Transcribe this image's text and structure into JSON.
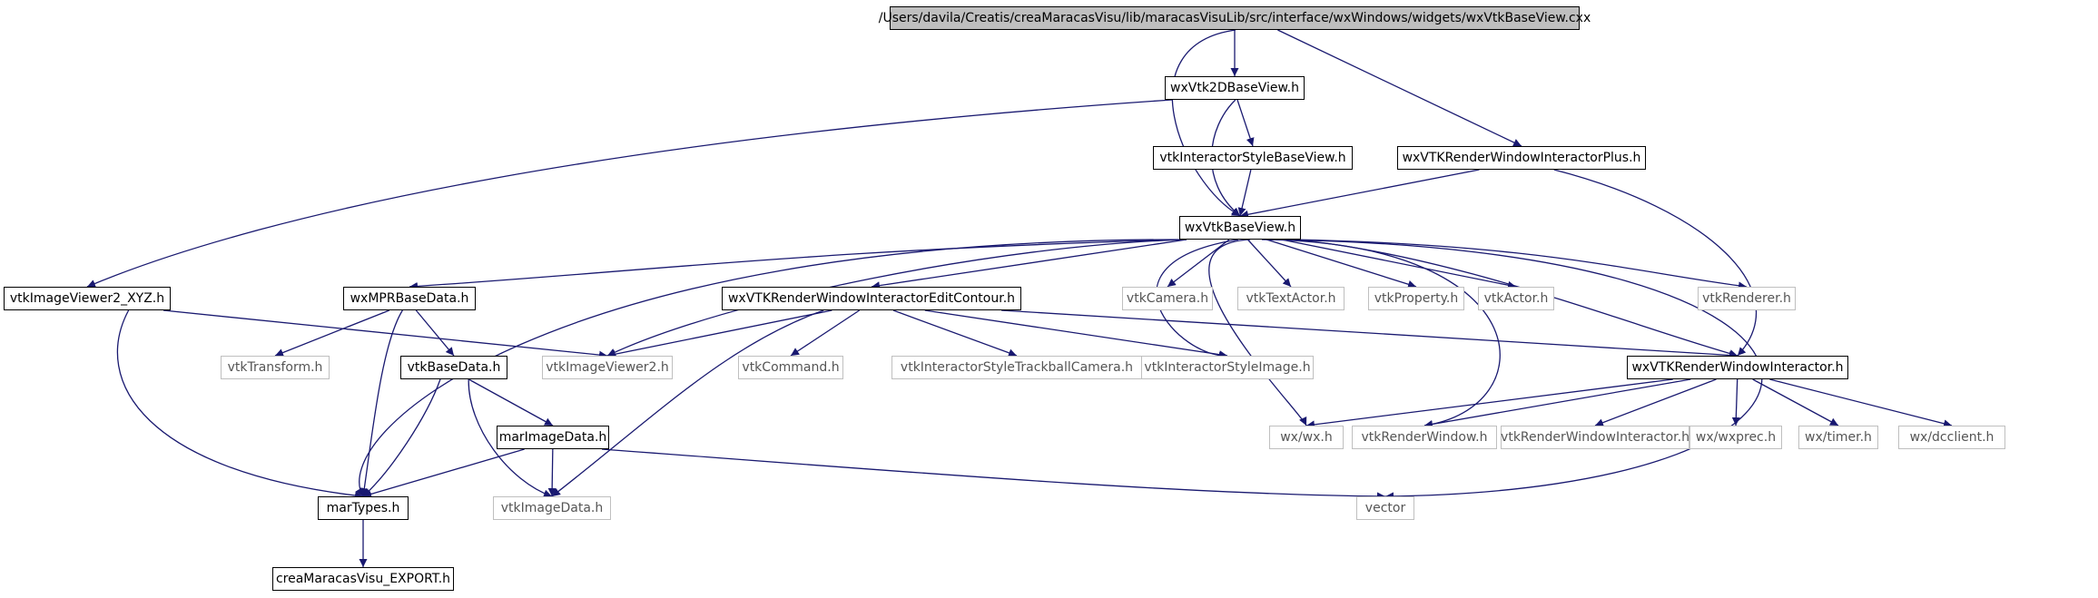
{
  "colors": {
    "edge": "#191970",
    "border": "#000000",
    "external_border": "#bfbfbf",
    "root_fill": "#bfbfbf"
  },
  "nodes": [
    {
      "id": "root",
      "label": "/Users/davila/Creatis/creaMaracasVisu/lib/maracasVisuLib/src/interface/wxWindows/widgets/wxVtkBaseView.cxx",
      "kind": "root"
    },
    {
      "id": "wxVtk2DBaseView",
      "label": "wxVtk2DBaseView.h",
      "kind": "internal"
    },
    {
      "id": "vtkInteractorStyleBaseView",
      "label": "vtkInteractorStyleBaseView.h",
      "kind": "internal"
    },
    {
      "id": "wxVTKRenderWindowInteractorPlus",
      "label": "wxVTKRenderWindowInteractorPlus.h",
      "kind": "internal"
    },
    {
      "id": "wxVtkBaseView",
      "label": "wxVtkBaseView.h",
      "kind": "internal"
    },
    {
      "id": "vtkImageViewer2_XYZ",
      "label": "vtkImageViewer2_XYZ.h",
      "kind": "internal"
    },
    {
      "id": "wxMPRBaseData",
      "label": "wxMPRBaseData.h",
      "kind": "internal"
    },
    {
      "id": "wxVTKRenderWindowInteractorEditContour",
      "label": "wxVTKRenderWindowInteractorEditContour.h",
      "kind": "internal"
    },
    {
      "id": "vtkCamera",
      "label": "vtkCamera.h",
      "kind": "external"
    },
    {
      "id": "vtkTextActor",
      "label": "vtkTextActor.h",
      "kind": "external"
    },
    {
      "id": "vtkProperty",
      "label": "vtkProperty.h",
      "kind": "external"
    },
    {
      "id": "vtkActor",
      "label": "vtkActor.h",
      "kind": "external"
    },
    {
      "id": "vtkRenderer",
      "label": "vtkRenderer.h",
      "kind": "external"
    },
    {
      "id": "vtkTransform",
      "label": "vtkTransform.h",
      "kind": "external"
    },
    {
      "id": "vtkBaseData",
      "label": "vtkBaseData.h",
      "kind": "internal"
    },
    {
      "id": "vtkImageViewer2",
      "label": "vtkImageViewer2.h",
      "kind": "external"
    },
    {
      "id": "vtkCommand",
      "label": "vtkCommand.h",
      "kind": "external"
    },
    {
      "id": "vtkInteractorStyleTrackballCamera",
      "label": "vtkInteractorStyleTrackballCamera.h",
      "kind": "external"
    },
    {
      "id": "vtkInteractorStyleImage",
      "label": "vtkInteractorStyleImage.h",
      "kind": "external"
    },
    {
      "id": "wxVTKRenderWindowInteractor",
      "label": "wxVTKRenderWindowInteractor.h",
      "kind": "internal"
    },
    {
      "id": "marImageData",
      "label": "marImageData.h",
      "kind": "internal"
    },
    {
      "id": "wxwx",
      "label": "wx/wx.h",
      "kind": "external"
    },
    {
      "id": "vtkRenderWindow",
      "label": "vtkRenderWindow.h",
      "kind": "external"
    },
    {
      "id": "vtkRenderWindowInteractor",
      "label": "vtkRenderWindowInteractor.h",
      "kind": "external"
    },
    {
      "id": "wxwxprec",
      "label": "wx/wxprec.h",
      "kind": "external"
    },
    {
      "id": "wxtimer",
      "label": "wx/timer.h",
      "kind": "external"
    },
    {
      "id": "wxdcclient",
      "label": "wx/dcclient.h",
      "kind": "external"
    },
    {
      "id": "marTypes",
      "label": "marTypes.h",
      "kind": "internal"
    },
    {
      "id": "vtkImageData",
      "label": "vtkImageData.h",
      "kind": "external"
    },
    {
      "id": "vector",
      "label": "vector",
      "kind": "external"
    },
    {
      "id": "creaMaracasVisu_EXPORT",
      "label": "creaMaracasVisu_EXPORT.h",
      "kind": "internal"
    }
  ],
  "edges": [
    [
      "root",
      "wxVtk2DBaseView"
    ],
    [
      "root",
      "wxVtkBaseView"
    ],
    [
      "root",
      "wxVTKRenderWindowInteractorPlus"
    ],
    [
      "wxVtk2DBaseView",
      "vtkInteractorStyleBaseView"
    ],
    [
      "wxVtk2DBaseView",
      "wxVtkBaseView"
    ],
    [
      "wxVtk2DBaseView",
      "vtkImageViewer2_XYZ"
    ],
    [
      "vtkInteractorStyleBaseView",
      "wxVtkBaseView"
    ],
    [
      "wxVTKRenderWindowInteractorPlus",
      "wxVtkBaseView"
    ],
    [
      "wxVTKRenderWindowInteractorPlus",
      "wxVTKRenderWindowInteractor"
    ],
    [
      "wxVtkBaseView",
      "wxMPRBaseData"
    ],
    [
      "wxVtkBaseView",
      "wxVTKRenderWindowInteractorEditContour"
    ],
    [
      "wxVtkBaseView",
      "vtkCamera"
    ],
    [
      "wxVtkBaseView",
      "vtkTextActor"
    ],
    [
      "wxVtkBaseView",
      "vtkProperty"
    ],
    [
      "wxVtkBaseView",
      "vtkActor"
    ],
    [
      "wxVtkBaseView",
      "vtkRenderer"
    ],
    [
      "wxVtkBaseView",
      "wxVTKRenderWindowInteractor"
    ],
    [
      "wxVtkBaseView",
      "vtkImageViewer2"
    ],
    [
      "wxVtkBaseView",
      "vtkInteractorStyleImage"
    ],
    [
      "wxVtkBaseView",
      "wxwx"
    ],
    [
      "wxVtkBaseView",
      "vtkRenderWindow"
    ],
    [
      "wxVtkBaseView",
      "vector"
    ],
    [
      "wxVtkBaseView",
      "marTypes"
    ],
    [
      "vtkImageViewer2_XYZ",
      "vtkImageViewer2"
    ],
    [
      "vtkImageViewer2_XYZ",
      "marTypes"
    ],
    [
      "wxMPRBaseData",
      "vtkTransform"
    ],
    [
      "wxMPRBaseData",
      "vtkBaseData"
    ],
    [
      "wxMPRBaseData",
      "marTypes"
    ],
    [
      "wxVTKRenderWindowInteractorEditContour",
      "vtkImageViewer2"
    ],
    [
      "wxVTKRenderWindowInteractorEditContour",
      "vtkCommand"
    ],
    [
      "wxVTKRenderWindowInteractorEditContour",
      "vtkInteractorStyleTrackballCamera"
    ],
    [
      "wxVTKRenderWindowInteractorEditContour",
      "vtkInteractorStyleImage"
    ],
    [
      "wxVTKRenderWindowInteractorEditContour",
      "wxVTKRenderWindowInteractor"
    ],
    [
      "wxVTKRenderWindowInteractorEditContour",
      "vtkImageData"
    ],
    [
      "vtkBaseData",
      "marImageData"
    ],
    [
      "vtkBaseData",
      "marTypes"
    ],
    [
      "vtkBaseData",
      "vtkImageData"
    ],
    [
      "marImageData",
      "marTypes"
    ],
    [
      "marImageData",
      "vtkImageData"
    ],
    [
      "marImageData",
      "vector"
    ],
    [
      "wxVTKRenderWindowInteractor",
      "wxwx"
    ],
    [
      "wxVTKRenderWindowInteractor",
      "vtkRenderWindow"
    ],
    [
      "wxVTKRenderWindowInteractor",
      "vtkRenderWindowInteractor"
    ],
    [
      "wxVTKRenderWindowInteractor",
      "wxwxprec"
    ],
    [
      "wxVTKRenderWindowInteractor",
      "wxtimer"
    ],
    [
      "wxVTKRenderWindowInteractor",
      "wxdcclient"
    ],
    [
      "marTypes",
      "creaMaracasVisu_EXPORT"
    ]
  ]
}
